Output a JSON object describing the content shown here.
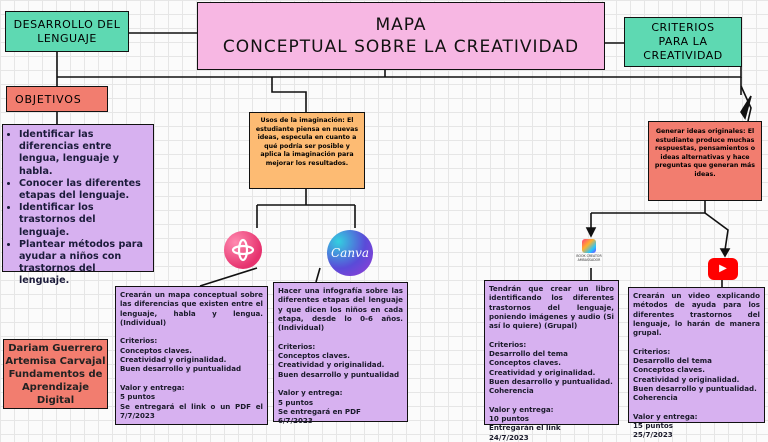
{
  "title": {
    "line1": "MAPA",
    "line2": "CONCEPTUAL SOBRE LA CREATIVIDAD"
  },
  "development_box": "DESARROLLO DEL LENGUAJE",
  "criteria_box": {
    "line1": "CRITERIOS",
    "line2": "PARA LA",
    "line3": "CREATIVIDAD"
  },
  "objectives_box": "OBJETIVOS",
  "objectives": [
    "Identificar las diferencias entre lengua, lenguaje y habla.",
    "Conocer las diferentes etapas del lenguaje.",
    "Identificar los trastornos del lenguaje.",
    "Plantear métodos para ayudar a niños con trastornos del lenguaje."
  ],
  "imagination_box": "Usos de la imaginación: El estudiante piensa en nuevas ideas, especula en cuanto a qué podría ser posible y aplica la imaginación para mejorar los resultados.",
  "original_ideas_box": "Generar ideas originales: El estudiante produce muchas respuestas, pensamientos o ideas alternativas y hace preguntas que generan más ideas.",
  "tasks": [
    "Crearán un mapa conceptual sobre las diferencias que existen entre el lenguaje, habla y lengua. (Individual)\n\nCriterios:\nConceptos claves.\nCreatividad y originalidad.\nBuen desarrollo y puntualidad\n\nValor y entrega:\n5 puntos\nSe entregará el link o un PDF el 7/7/2023",
    "Hacer una infografía sobre las diferentes etapas del lenguaje y que dicen los niños en cada etapa, desde lo 0-6 años. (Individual)\n\nCriterios:\nConceptos claves.\nCreatividad y originalidad.\nBuen desarrollo y puntualidad\n\nValor y entrega:\n5 puntos\nSe entregará en PDF\n6/7/2023",
    "Tendrán que crear un libro identificando los diferentes trastornos del lenguaje, poniendo imágenes y audio (Si así lo quiere) (Grupal)\n\nCriterios:\nDesarrollo del tema\nConceptos claves.\nCreatividad y originalidad.\nBuen desarrollo y puntualidad.\nCoherencia\n\nValor y entrega:\n10 puntos\nEntregarán el link\n24/7/2023",
    "Crearán un video explicando métodos de ayuda para los diferentes trastornos del lenguaje, lo harán de manera grupal.\n\nCriterios:\nDesarrollo del tema\nConceptos claves.\nCreatividad y originalidad.\nBuen desarrollo y puntualidad.\nCoherencia\n\nValor y entrega:\n15 puntos\n25/7/2023"
  ],
  "author": {
    "line1": "Dariam Guerrero",
    "line2": "Artemisa Carvajal",
    "line3": "Fundamentos de",
    "line4": "Aprendizaje Digital"
  },
  "logos": {
    "canva": "Canva",
    "book_creator_caption": "BOOK CREATOR AMBASSADOR",
    "youtube_symbol": "▶",
    "icons": [
      "canvas-logo-icon",
      "canva-logo-icon",
      "book-creator-logo-icon",
      "youtube-logo-icon"
    ]
  },
  "colors": {
    "green": "#5ed9b2",
    "pink": "#f7b7e3",
    "salmon": "#f27d6f",
    "lavender": "#d7b1f0",
    "orange": "#fdbb73"
  }
}
